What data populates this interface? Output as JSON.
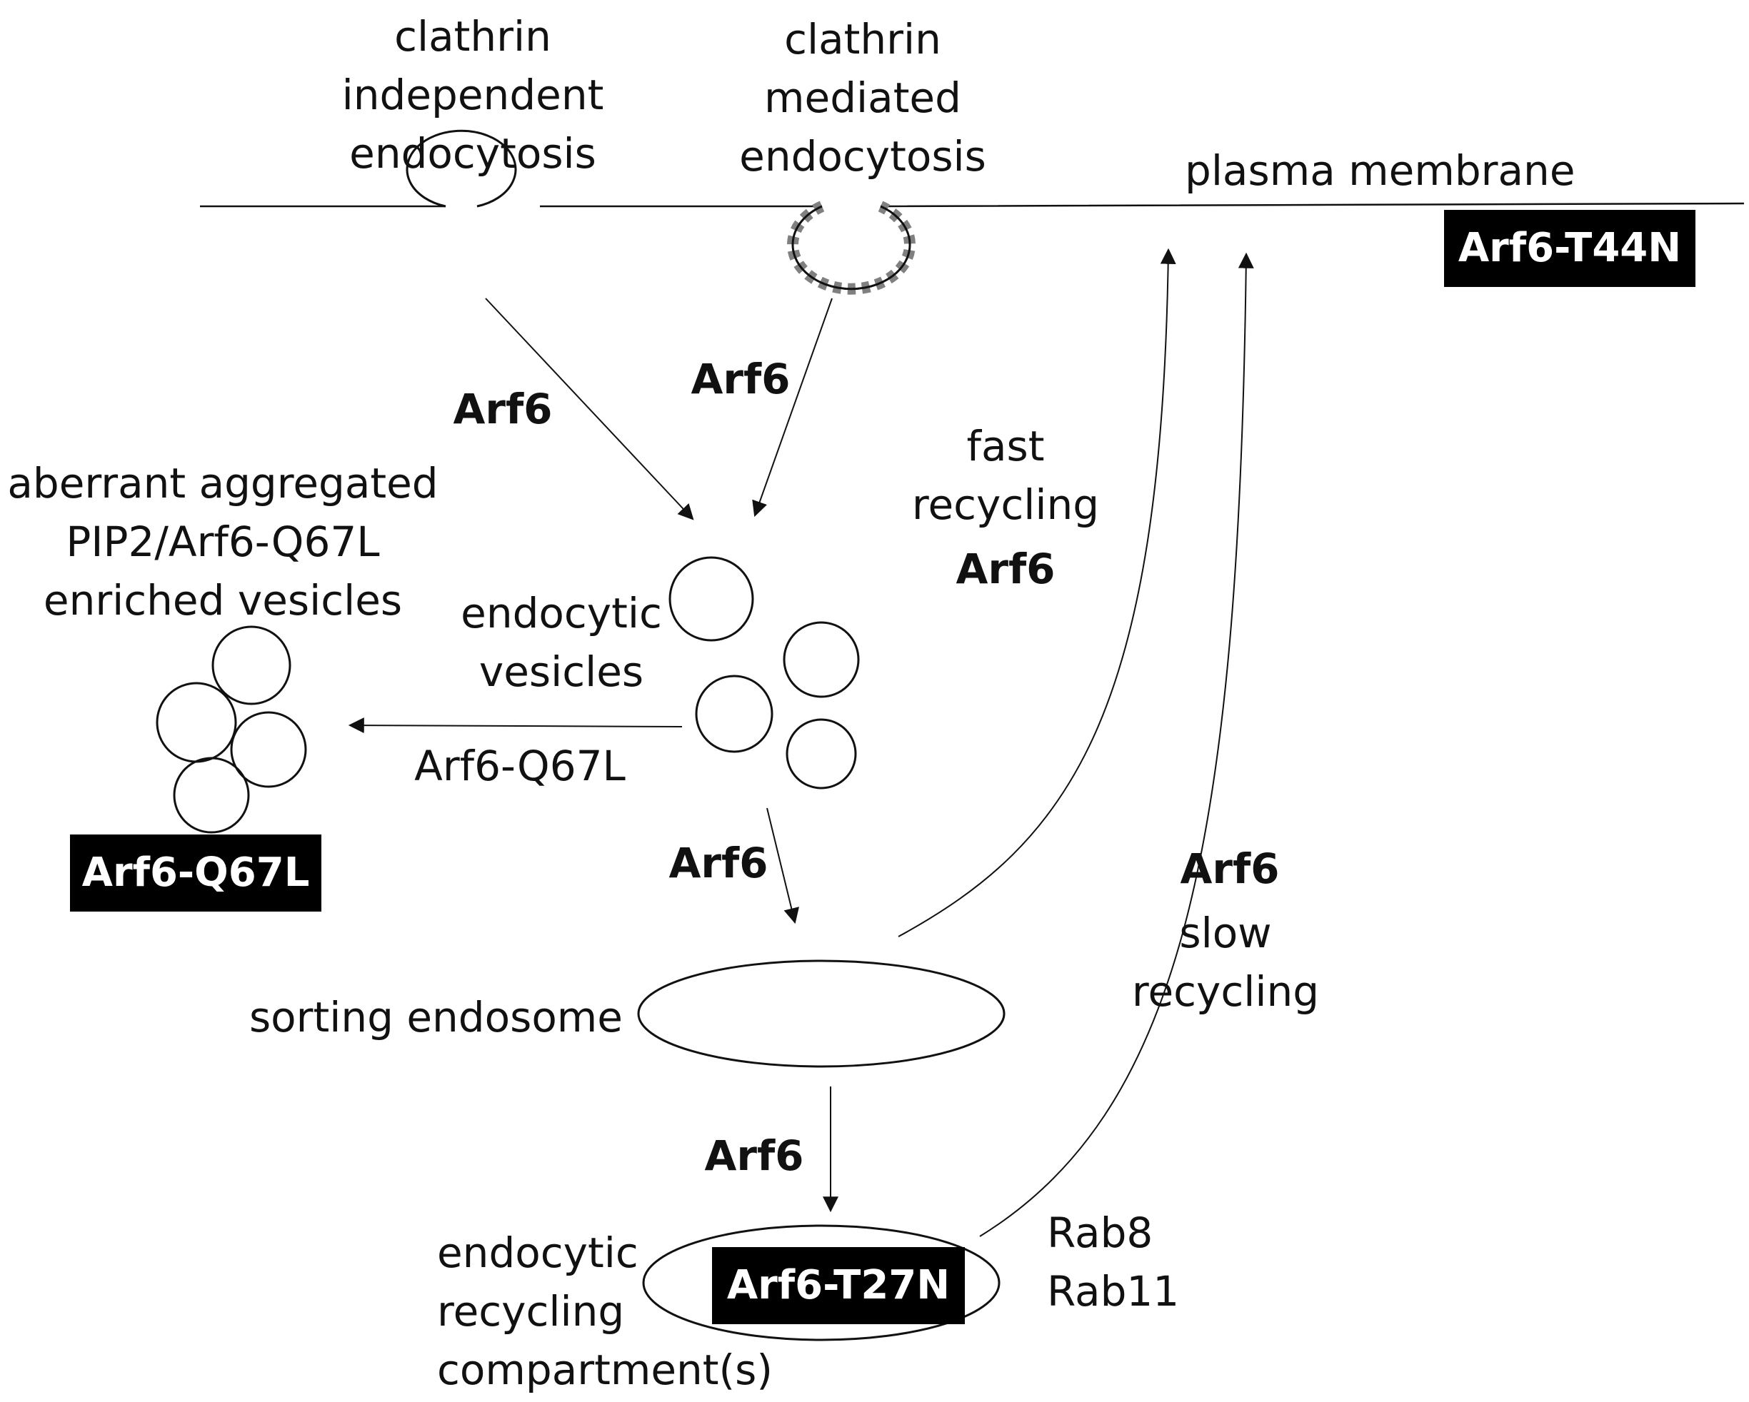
{
  "labels": {
    "clathrin_independent": "clathrin\nindependent\nendocytosis",
    "clathrin_mediated": "clathrin\nmediated\nendocytosis",
    "plasma_membrane": "plasma membrane",
    "arf6_left_arrow": "Arf6",
    "arf6_right_arrow": "Arf6",
    "aberrant": "aberrant aggregated\nPIP2/Arf6-Q67L\nenriched vesicles",
    "endocytic_vesicles": "endocytic\nvesicles",
    "arf6_q67l_arrow": "Arf6-Q67L",
    "fast_recycling": "fast\nrecycling",
    "fast_recycling_arf6": "Arf6",
    "arf6_to_sorting": "Arf6",
    "sorting_endosome": "sorting endosome",
    "arf6_slow": "Arf6",
    "slow_recycling": "slow\nrecycling",
    "arf6_to_erc": "Arf6",
    "erc": "endocytic\nrecycling\ncompartment(s)",
    "rabs": "Rab8\nRab11"
  },
  "badges": {
    "t44n": "Arf6-T44N",
    "q67l": "Arf6-Q67L",
    "t27n": "Arf6-T27N"
  },
  "colors": {
    "line": "#111111",
    "clathrin_coat": "#808080",
    "badge_bg": "#000000",
    "badge_text": "#ffffff"
  }
}
